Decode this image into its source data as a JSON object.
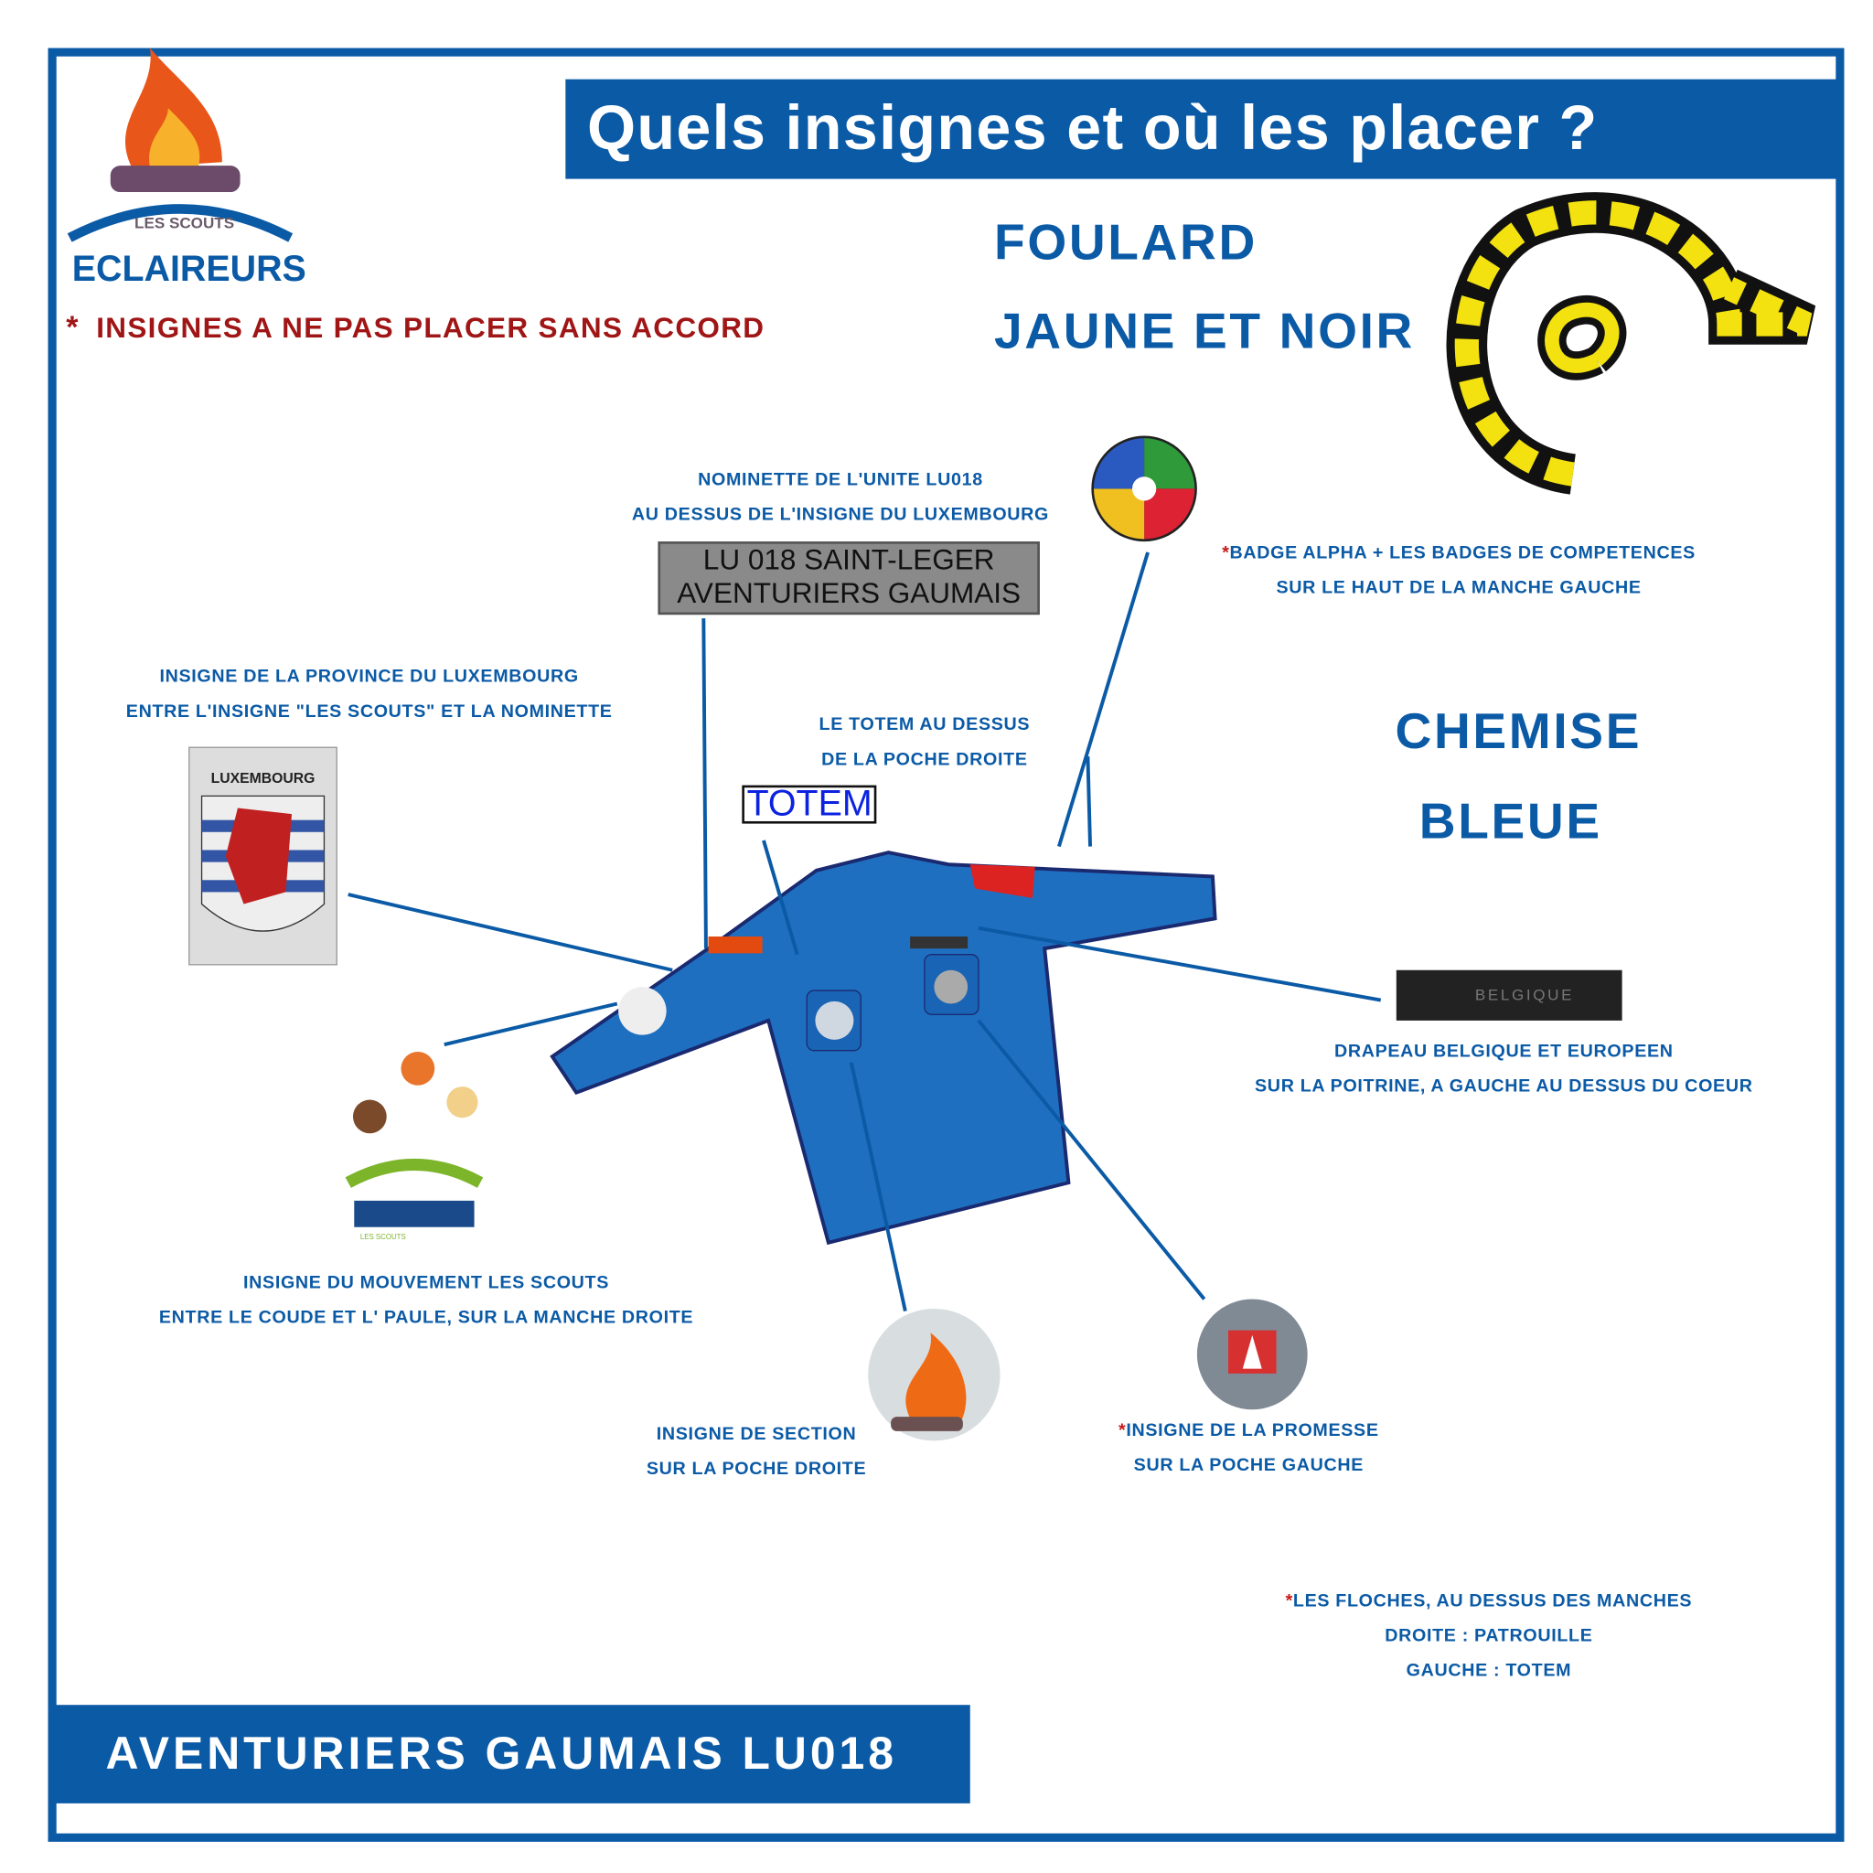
{
  "header": {
    "title": "Quels insignes et où les placer ?"
  },
  "logo": {
    "text_top": "LES SCOUTS",
    "text_bottom": "ECLAIREURS"
  },
  "warning": {
    "star": "*",
    "text": "INSIGNES A NE PAS PLACER SANS ACCORD"
  },
  "foulard": {
    "line1": "FOULARD",
    "line2": "JAUNE ET NOIR"
  },
  "chemise": {
    "line1": "CHEMISE",
    "line2": "BLEUE"
  },
  "labels": {
    "nominette": [
      "NOMINETTE DE L'UNITE LU018",
      "AU DESSUS DE L'INSIGNE DU LUXEMBOURG"
    ],
    "nominette_patch": [
      "LU 018 SAINT-LEGER",
      "AVENTURIERS GAUMAIS"
    ],
    "badge_alpha": [
      "BADGE ALPHA + LES BADGES DE COMPETENCES",
      "SUR LE HAUT DE LA MANCHE GAUCHE"
    ],
    "province": [
      "INSIGNE DE LA PROVINCE DU LUXEMBOURG",
      "ENTRE L'INSIGNE \"LES SCOUTS\" ET LA NOMINETTE"
    ],
    "province_patch": "LUXEMBOURG",
    "totem": [
      "LE TOTEM AU DESSUS",
      "DE LA POCHE DROITE"
    ],
    "totem_box": "TOTEM",
    "drapeau": [
      "DRAPEAU BELGIQUE ET EUROPEEN",
      "SUR LA POITRINE, A GAUCHE AU DESSUS DU COEUR"
    ],
    "drapeau_patch": "BELGIQUE",
    "mouvement": [
      "INSIGNE DU MOUVEMENT LES SCOUTS",
      "ENTRE LE COUDE ET L' PAULE, SUR LA MANCHE DROITE"
    ],
    "mouvement_logo": "LES SCOUTS",
    "section": [
      "INSIGNE DE SECTION",
      "SUR LA POCHE DROITE"
    ],
    "promesse": [
      "INSIGNE DE LA PROMESSE",
      "SUR LA POCHE GAUCHE"
    ],
    "floches": [
      "LES FLOCHES, AU DESSUS DES MANCHES",
      "DROITE : PATROUILLE",
      "GAUCHE : TOTEM"
    ]
  },
  "footer": {
    "text": "AVENTURIERS GAUMAIS LU018"
  },
  "colors": {
    "brand": "#0b5aa6",
    "warning": "#a01515",
    "shirt": "#1f6fc0"
  }
}
